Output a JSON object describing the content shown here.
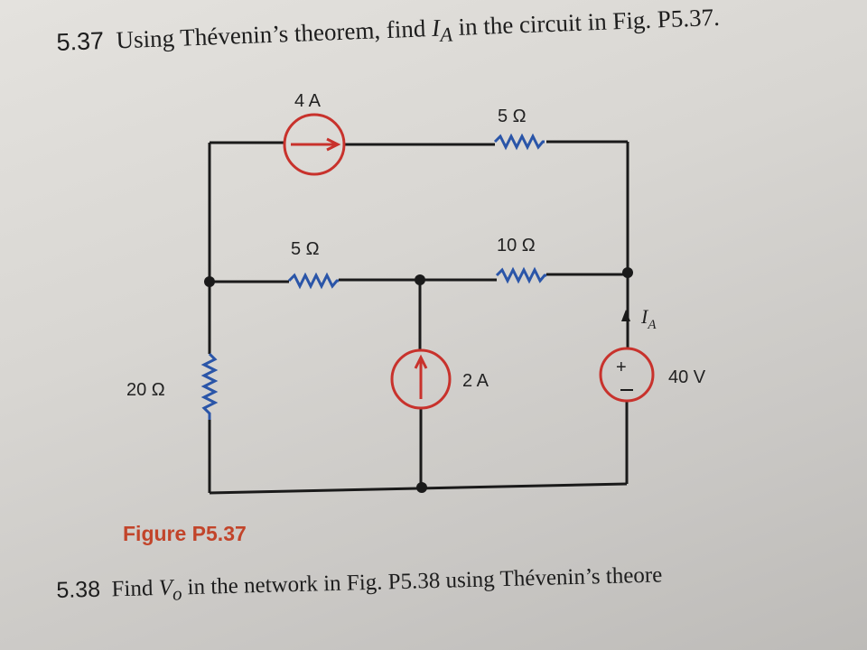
{
  "problem_537": {
    "number": "5.37",
    "text_before": "Using Thévenin’s theorem, find ",
    "var": "I",
    "sub": "A",
    "text_after": " in the circuit in Fig. P5.37."
  },
  "figure": {
    "caption": "Figure P5.37",
    "current_source_top": "4 A",
    "resistor_top": "5 Ω",
    "resistor_middle_left": "5 Ω",
    "resistor_middle_right": "10 Ω",
    "resistor_left": "20 Ω",
    "current_source_middle": "2 A",
    "voltage_source": "40 V",
    "current_label": "I",
    "current_label_sub": "A",
    "source_color": "#c8322c",
    "resistor_color": "#2a55a8"
  },
  "problem_538": {
    "number": "5.38",
    "text_before": "Find ",
    "var": "V",
    "sub": "o",
    "text_after": " in the network in Fig. P5.38 using Thévenin’s theore"
  }
}
